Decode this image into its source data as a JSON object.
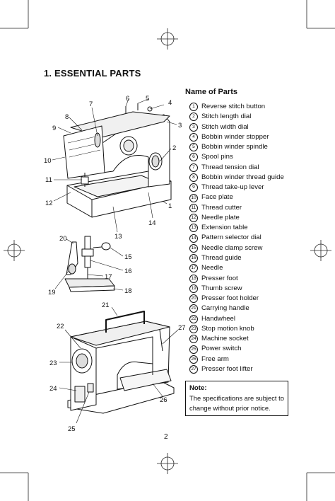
{
  "heading": "1. ESSENTIAL PARTS",
  "parts_title": "Name of Parts",
  "parts": [
    {
      "num": "1",
      "name": "Reverse stitch button"
    },
    {
      "num": "2",
      "name": "Stitch length dial"
    },
    {
      "num": "3",
      "name": "Stitch width dial"
    },
    {
      "num": "4",
      "name": "Bobbin winder stopper"
    },
    {
      "num": "5",
      "name": "Bobbin winder spindle"
    },
    {
      "num": "6",
      "name": "Spool pins"
    },
    {
      "num": "7",
      "name": "Thread tension dial"
    },
    {
      "num": "8",
      "name": "Bobbin winder thread guide"
    },
    {
      "num": "9",
      "name": "Thread take-up lever"
    },
    {
      "num": "10",
      "name": "Face plate"
    },
    {
      "num": "11",
      "name": "Thread cutter"
    },
    {
      "num": "12",
      "name": "Needle plate"
    },
    {
      "num": "13",
      "name": "Extension table"
    },
    {
      "num": "14",
      "name": "Pattern selector dial"
    },
    {
      "num": "15",
      "name": "Needle clamp screw"
    },
    {
      "num": "16",
      "name": "Thread guide"
    },
    {
      "num": "17",
      "name": "Needle"
    },
    {
      "num": "18",
      "name": "Presser foot"
    },
    {
      "num": "19",
      "name": "Thumb screw"
    },
    {
      "num": "20",
      "name": "Presser foot holder"
    },
    {
      "num": "21",
      "name": "Carrying handle"
    },
    {
      "num": "22",
      "name": "Handwheel"
    },
    {
      "num": "23",
      "name": "Stop motion knob"
    },
    {
      "num": "24",
      "name": "Machine socket"
    },
    {
      "num": "25",
      "name": "Power switch"
    },
    {
      "num": "26",
      "name": "Free arm"
    },
    {
      "num": "27",
      "name": "Presser foot lifter"
    }
  ],
  "note": {
    "title": "Note:",
    "text": "The specifications are subject to change without prior notice."
  },
  "page_number": "2",
  "callouts_front": [
    "1",
    "2",
    "3",
    "4",
    "5",
    "6",
    "7",
    "8",
    "9",
    "10",
    "11",
    "12",
    "13",
    "14"
  ],
  "callouts_foot": [
    "15",
    "16",
    "17",
    "18",
    "19",
    "20"
  ],
  "callouts_rear": [
    "21",
    "22",
    "23",
    "24",
    "25",
    "26",
    "27"
  ]
}
